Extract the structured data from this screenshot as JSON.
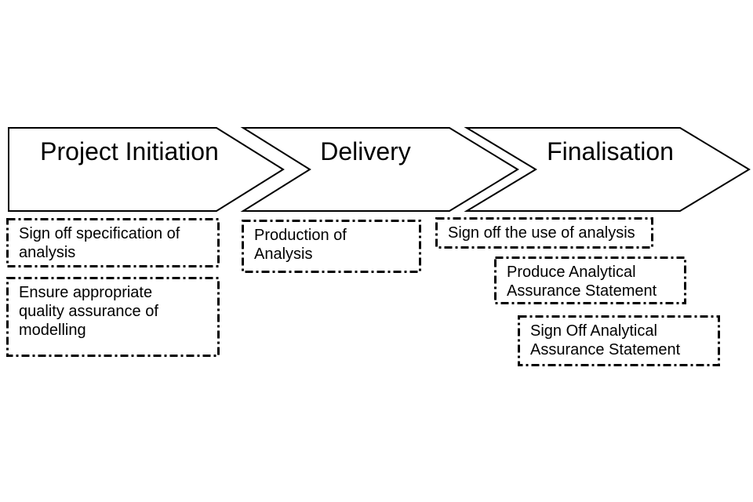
{
  "colors": {
    "line": "#000000",
    "background": "#ffffff",
    "text": "#000000"
  },
  "phases": [
    {
      "label": "Project Initiation",
      "tasks": [
        "Sign off specification of\nanalysis",
        "Ensure appropriate\nquality assurance of\nmodelling"
      ]
    },
    {
      "label": "Delivery",
      "tasks": [
        "Production of\nAnalysis"
      ]
    },
    {
      "label": "Finalisation",
      "tasks": [
        "Sign off the use of analysis",
        "Produce Analytical\nAssurance Statement",
        "Sign Off Analytical\nAssurance Statement"
      ]
    }
  ]
}
